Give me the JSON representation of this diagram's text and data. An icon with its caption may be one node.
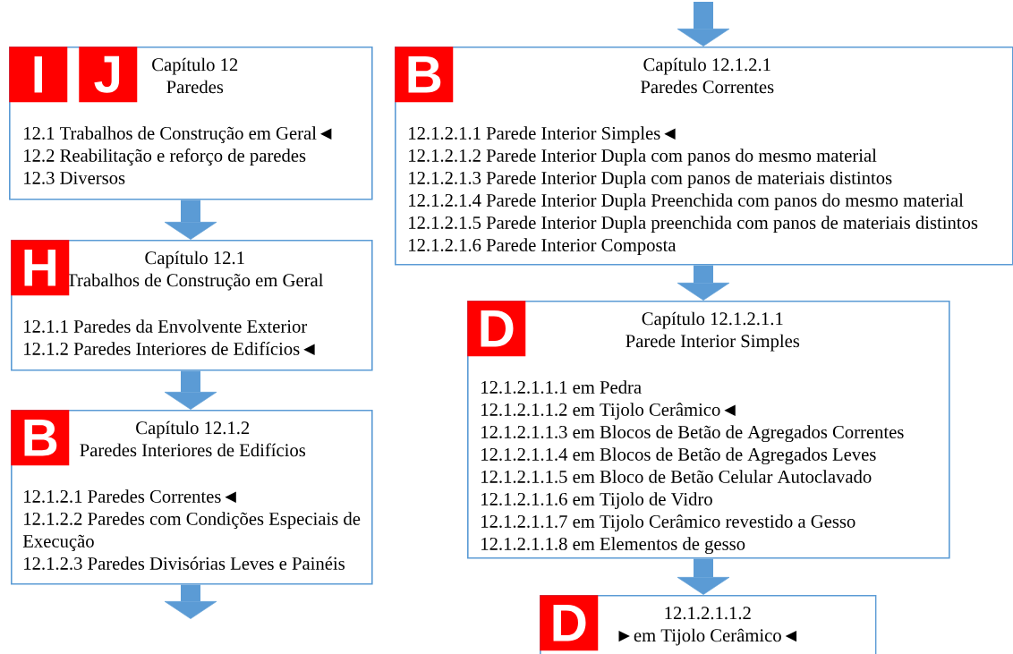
{
  "diagram": {
    "nodes": [
      {
        "text": [
          "Capítulo 12",
          "Paredes",
          "12.1 Trabalhos de Construção em Geral◄",
          "12.2 Reabilitação e reforço de paredes",
          "12.3 Diversos"
        ]
      },
      {
        "text": [
          "I"
        ],
        "in": 0
      },
      {
        "text": [
          "J"
        ],
        "in": 0
      },
      {
        "text": [
          "Capítulo 12.1",
          "Trabalhos de Construção em Geral",
          "12.1.1 Paredes da Envolvente Exterior",
          "12.1.2 Paredes Interiores de Edifícios◄"
        ]
      },
      {
        "text": [
          "H"
        ],
        "in": 3
      },
      {
        "text": [
          "Capítulo 12.1.2",
          "Paredes Interiores de Edifícios",
          "12.1.2.1 Paredes Correntes◄",
          "12.1.2.2 Paredes com Condições Especiais de Execução",
          "12.1.2.3 Paredes Divisórias Leves e Painéis"
        ]
      },
      {
        "text": [
          "B"
        ],
        "in": 5
      },
      {
        "text": [
          "Capítulo 12.1.2.1",
          "Paredes Correntes",
          "12.1.2.1.1 Parede Interior Simples◄",
          "12.1.2.1.2 Parede Interior Dupla com panos do mesmo material",
          "12.1.2.1.3 Parede Interior Dupla com panos de materiais distintos",
          "12.1.2.1.4 Parede Interior Dupla Preenchida com panos do mesmo material",
          "12.1.2.1.5 Parede Interior Dupla preenchida com panos de materiais distintos",
          "12.1.2.1.6 Parede Interior Composta"
        ]
      },
      {
        "text": [
          "B"
        ],
        "in": 7
      },
      {
        "text": [
          "Capítulo 12.1.2.1.1",
          "Parede Interior Simples",
          "12.1.2.1.1.1 em Pedra",
          "12.1.2.1.1.2 em Tijolo Cerâmico◄",
          "12.1.2.1.1.3 em Blocos de Betão de Agregados Correntes",
          "12.1.2.1.1.4 em Blocos de Betão de Agregados Leves",
          "12.1.2.1.1.5 em Bloco de Betão Celular Autoclavado",
          "12.1.2.1.1.6 em Tijolo de Vidro",
          "12.1.2.1.1.7 em Tijolo Cerâmico revestido a Gesso",
          "12.1.2.1.1.8 em Elementos de gesso"
        ]
      },
      {
        "text": [
          "D"
        ],
        "in": 9
      },
      {
        "text": [
          "12.1.2.1.1.2",
          "►em Tijolo Cerâmico◄"
        ]
      },
      {
        "text": [
          "D"
        ],
        "in": 11
      }
    ],
    "edges": [
      {
        "from": 0,
        "to": 3,
        "arrow": "to"
      },
      {
        "from": 3,
        "to": 5,
        "arrow": "to"
      },
      {
        "from": 5,
        "to": null,
        "arrow": "to"
      },
      {
        "from": null,
        "to": 7,
        "arrow": "to"
      },
      {
        "from": 7,
        "to": 9,
        "arrow": "to"
      },
      {
        "from": 9,
        "to": 11,
        "arrow": "to"
      }
    ]
  }
}
